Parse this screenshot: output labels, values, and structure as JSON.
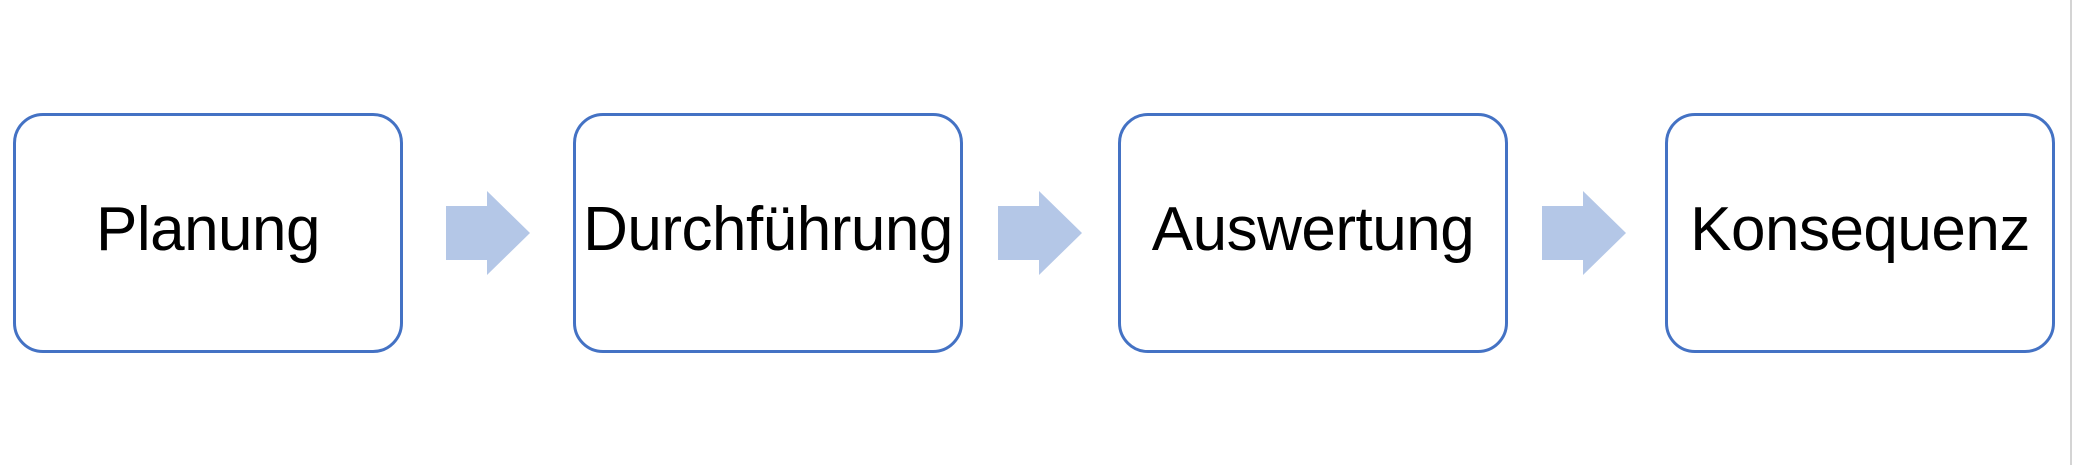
{
  "diagram": {
    "type": "process-flow",
    "direction": "left-to-right",
    "steps": [
      {
        "label": "Planung"
      },
      {
        "label": "Durchführung"
      },
      {
        "label": "Auswertung"
      },
      {
        "label": "Konsequenz"
      }
    ],
    "connectors": [
      {
        "from": "Planung",
        "to": "Durchführung",
        "shape": "block-arrow-right"
      },
      {
        "from": "Durchführung",
        "to": "Auswertung",
        "shape": "block-arrow-right"
      },
      {
        "from": "Auswertung",
        "to": "Konsequenz",
        "shape": "block-arrow-right"
      }
    ],
    "colors": {
      "background": "#ffffff",
      "box_fill": "#ffffff",
      "box_border": "#4472C4",
      "arrow_fill": "#B4C7E7",
      "text": "#000000",
      "page_edge_line": "#d4d4d4"
    }
  }
}
